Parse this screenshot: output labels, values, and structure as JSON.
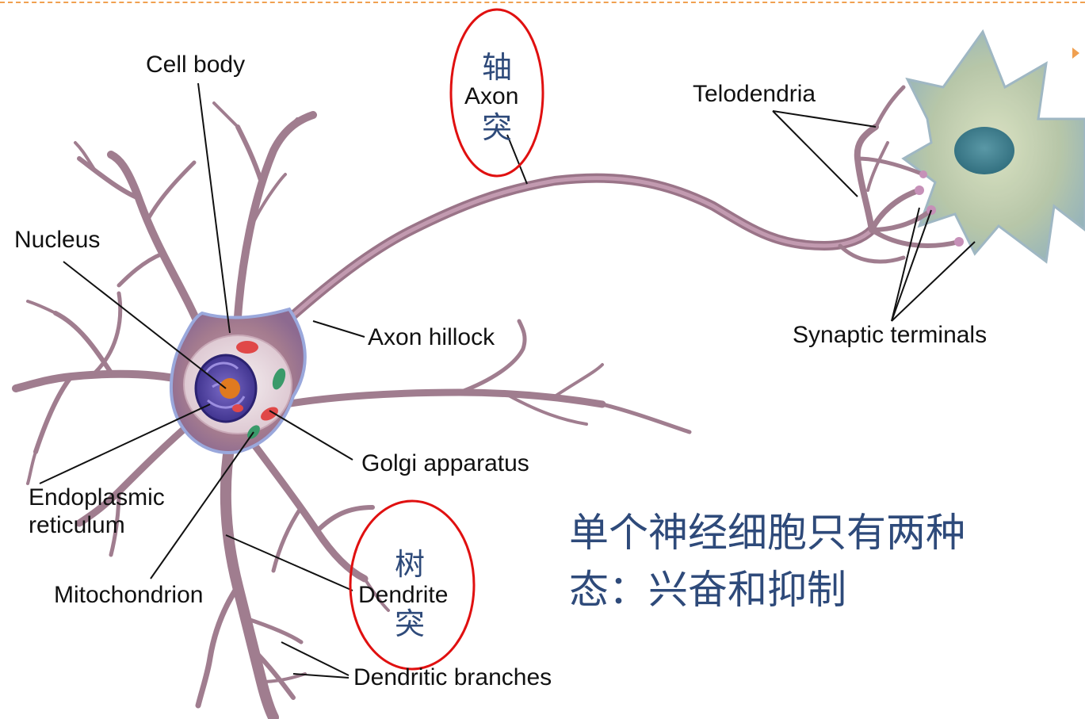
{
  "labels": {
    "cell_body": "Cell body",
    "axon": "Axon",
    "telodendria": "Telodendria",
    "nucleus": "Nucleus",
    "axon_hillock": "Axon hillock",
    "synaptic_terminals": "Synaptic terminals",
    "golgi_apparatus": "Golgi apparatus",
    "endoplasmic_reticulum_line1": "Endoplasmic",
    "endoplasmic_reticulum_line2": "reticulum",
    "mitochondrion": "Mitochondrion",
    "dendrite": "Dendrite",
    "dendritic_branches": "Dendritic branches"
  },
  "annotations": {
    "axon_cn_1": "轴",
    "axon_cn_2": "突",
    "dendrite_cn_1": "树",
    "dendrite_cn_2": "突",
    "note_line1": "单个神经细胞只有两种",
    "note_line2": "态：兴奋和抑制"
  },
  "colors": {
    "neuron_membrane": "#a88090",
    "neuron_edge": "#9aa8dc",
    "nucleus_fill": "#4a3c9c",
    "nucleolus": "#e07a20",
    "target_cell": "#b8c8a0",
    "target_nucleus": "#3f7f8f",
    "highlight_ellipse": "#e01010",
    "annotation_text": "#2e4a7a",
    "label_text": "#111111",
    "top_border": "#f0a050"
  }
}
